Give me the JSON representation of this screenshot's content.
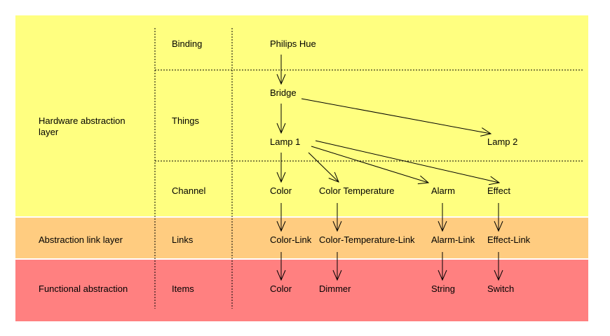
{
  "diagram": {
    "layers": [
      {
        "name": "Hardware abstraction layer",
        "color": "#ffff80"
      },
      {
        "name": "Abstraction link layer",
        "color": "#ffcc80"
      },
      {
        "name": "Functional abstraction",
        "color": "#ff8080"
      }
    ],
    "rows": {
      "binding": "Binding",
      "things": "Things",
      "channel": "Channel",
      "links": "Links",
      "items": "Items"
    },
    "nodes": {
      "philips_hue": "Philips Hue",
      "bridge": "Bridge",
      "lamp1": "Lamp 1",
      "lamp2": "Lamp 2",
      "ch_color": "Color",
      "ch_color_temp": "Color Temperature",
      "ch_alarm": "Alarm",
      "ch_effect": "Effect",
      "link_color": "Color-Link",
      "link_color_temp": "Color-Temperature-Link",
      "link_alarm": "Alarm-Link",
      "link_effect": "Effect-Link",
      "item_color": "Color",
      "item_dimmer": "Dimmer",
      "item_string": "String",
      "item_switch": "Switch"
    },
    "edges": [
      [
        "philips_hue",
        "bridge"
      ],
      [
        "bridge",
        "lamp1"
      ],
      [
        "bridge",
        "lamp2"
      ],
      [
        "lamp1",
        "ch_color"
      ],
      [
        "lamp1",
        "ch_color_temp"
      ],
      [
        "lamp1",
        "ch_alarm"
      ],
      [
        "lamp1",
        "ch_effect"
      ],
      [
        "ch_color",
        "link_color"
      ],
      [
        "ch_color_temp",
        "link_color_temp"
      ],
      [
        "ch_alarm",
        "link_alarm"
      ],
      [
        "ch_effect",
        "link_effect"
      ],
      [
        "link_color",
        "item_color"
      ],
      [
        "link_color_temp",
        "item_dimmer"
      ],
      [
        "link_alarm",
        "item_string"
      ],
      [
        "link_effect",
        "item_switch"
      ]
    ]
  }
}
